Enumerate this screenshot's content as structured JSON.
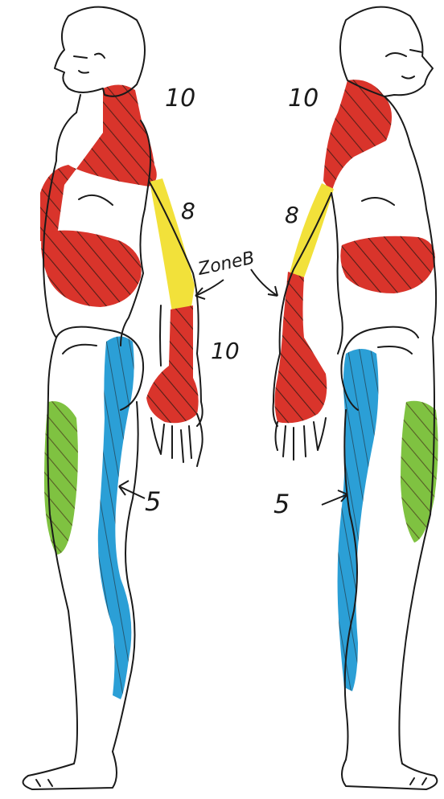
{
  "colors": {
    "outline": "#1a1a1a",
    "zone_red": "#d9342b",
    "zone_yellow": "#f2e13a",
    "zone_blue": "#2b9fd6",
    "zone_green": "#7fc241",
    "hatch": "#3a1a14",
    "paper": "#ffffff"
  },
  "left_figure": {
    "label_neck": "10",
    "label_arm_upper": "8",
    "label_arm_lower": "10",
    "label_leg": "5"
  },
  "right_figure": {
    "label_neck": "10",
    "label_arm_upper": "8",
    "label_leg": "5"
  },
  "zone_label": "ZoneB"
}
